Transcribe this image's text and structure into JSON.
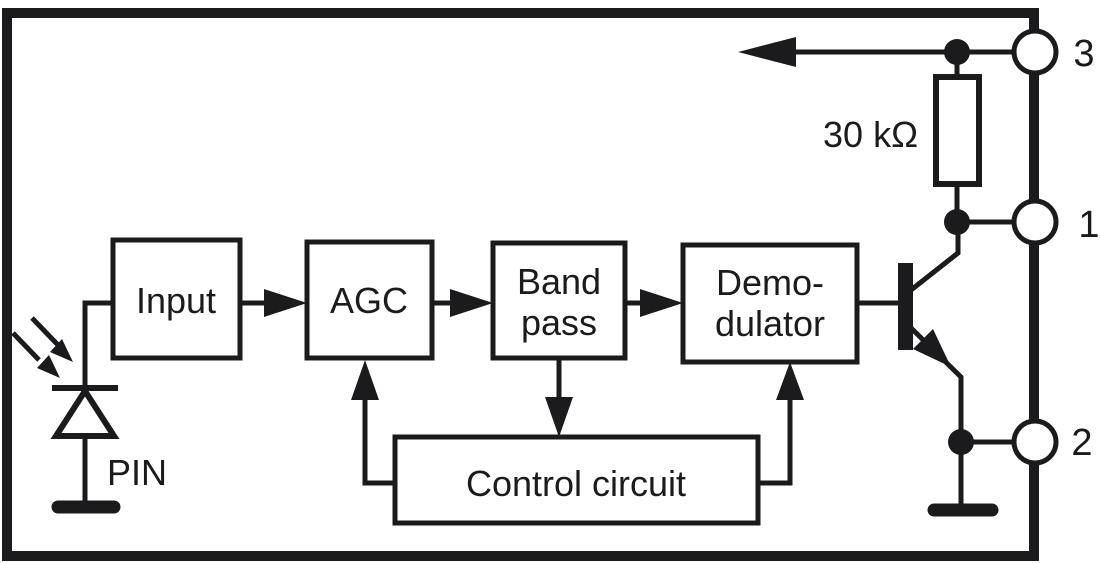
{
  "colors": {
    "ink": "#1b1b1d",
    "bg": "#ffffff"
  },
  "blocks": {
    "input": {
      "label": "Input"
    },
    "agc": {
      "label": "AGC"
    },
    "bandpass": {
      "line1": "Band",
      "line2": "pass"
    },
    "demodulator": {
      "line1": "Demo-",
      "line2": "dulator"
    },
    "control": {
      "label": "Control circuit"
    }
  },
  "components": {
    "resistor": {
      "value": "30 kΩ"
    },
    "photodiode": {
      "label": "PIN"
    }
  },
  "pins": {
    "top": {
      "number": "3"
    },
    "middle": {
      "number": "1"
    },
    "bottom": {
      "number": "2"
    }
  }
}
